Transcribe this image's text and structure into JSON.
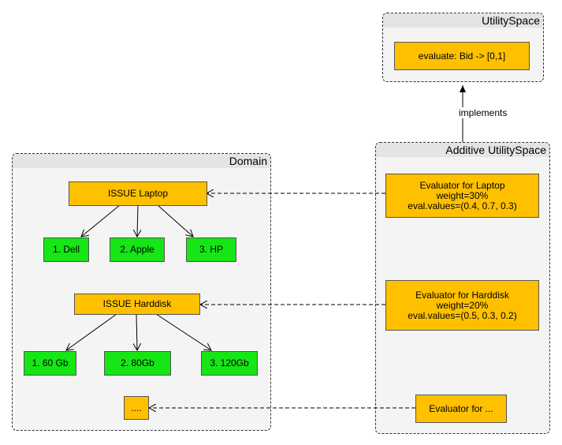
{
  "utility_space": {
    "title": "UtilitySpace",
    "evaluate_label": "evaluate: Bid -> [0,1]"
  },
  "implements_label": "implements",
  "additive_space": {
    "title": "Additive UtilitySpace",
    "evaluators": [
      {
        "line1": "Evaluator for Laptop",
        "line2": "weight=30%",
        "line3": "eval.values=(0.4, 0.7, 0.3)"
      },
      {
        "line1": "Evaluator for Harddisk",
        "line2": "weight=20%",
        "line3": "eval.values=(0.5, 0.3, 0.2)"
      },
      {
        "line1": "Evaluator for ..."
      }
    ]
  },
  "domain": {
    "title": "Domain",
    "issue_laptop": {
      "label": "ISSUE Laptop",
      "values": [
        "1. Dell",
        "2. Apple",
        "3. HP"
      ]
    },
    "issue_harddisk": {
      "label": "ISSUE Harddisk",
      "values": [
        "1. 60 Gb",
        "2. 80Gb",
        "3. 120Gb"
      ]
    },
    "more_label": "...."
  }
}
